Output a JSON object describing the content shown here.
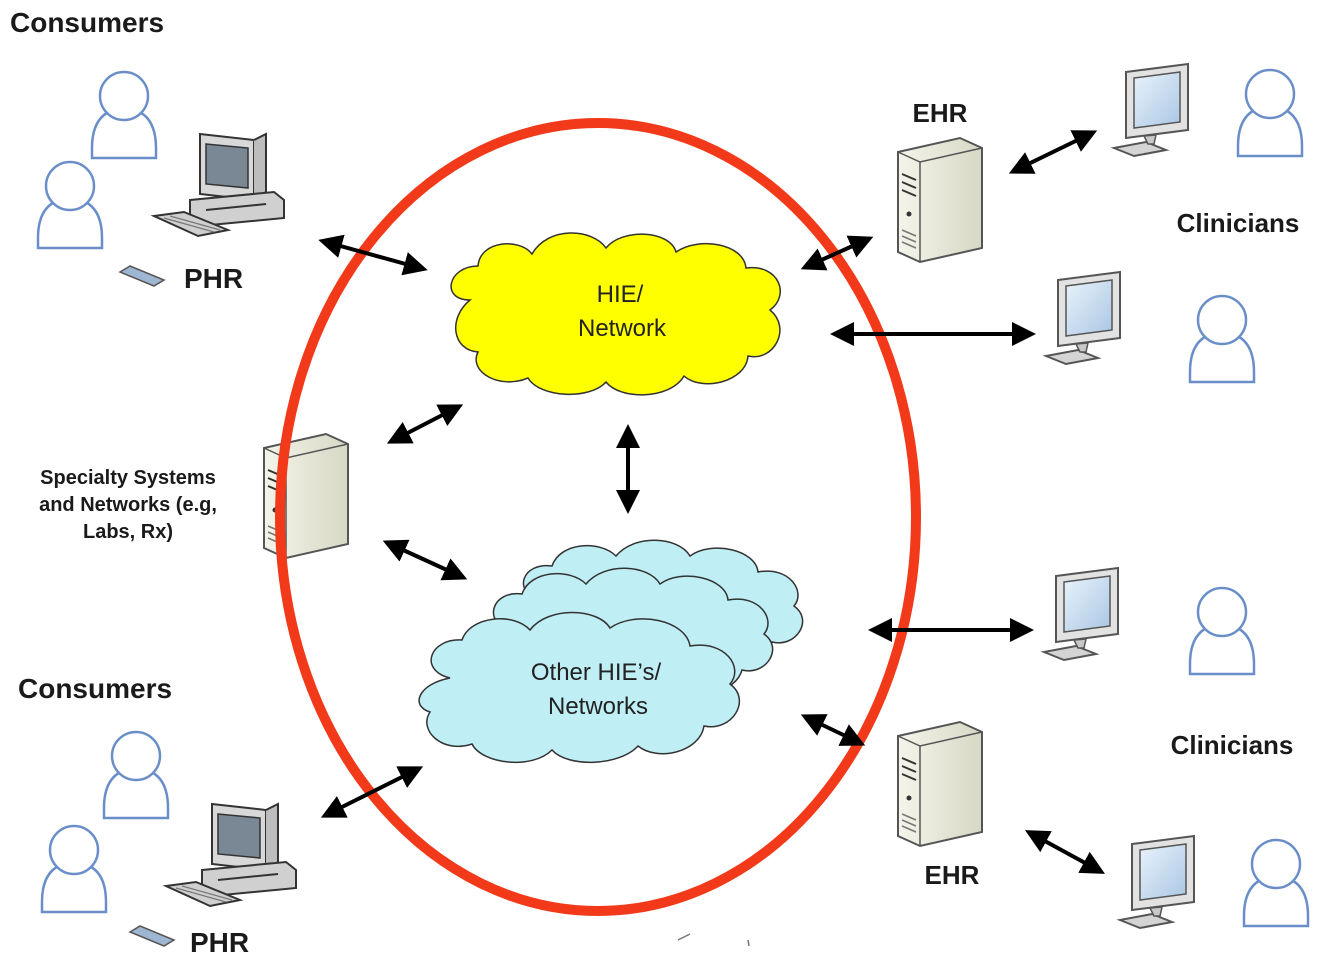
{
  "labels": {
    "consumers_top": "Consumers",
    "consumers_bottom": "Consumers",
    "phr_top": "PHR",
    "phr_bottom": "PHR",
    "ehr_top": "EHR",
    "ehr_bottom": "EHR",
    "clinicians_top": "Clinicians",
    "clinicians_bottom": "Clinicians",
    "specialty_line1": "Specialty Systems",
    "specialty_line2": "and Networks (e.g,",
    "specialty_line3": "Labs, Rx)"
  },
  "clouds": {
    "hie_line1": "HIE/",
    "hie_line2": "Network",
    "other_line1": "Other HIE’s/",
    "other_line2": "Networks"
  },
  "colors": {
    "hie_cloud": "#ffff00",
    "other_cloud": "#bfeef5",
    "oval": "#f23a1a",
    "person_outline": "#6a8fc8"
  },
  "icons": [
    "person-icon",
    "desktop-computer-icon",
    "server-icon",
    "monitor-icon",
    "cloud-icon",
    "double-arrow-icon"
  ]
}
